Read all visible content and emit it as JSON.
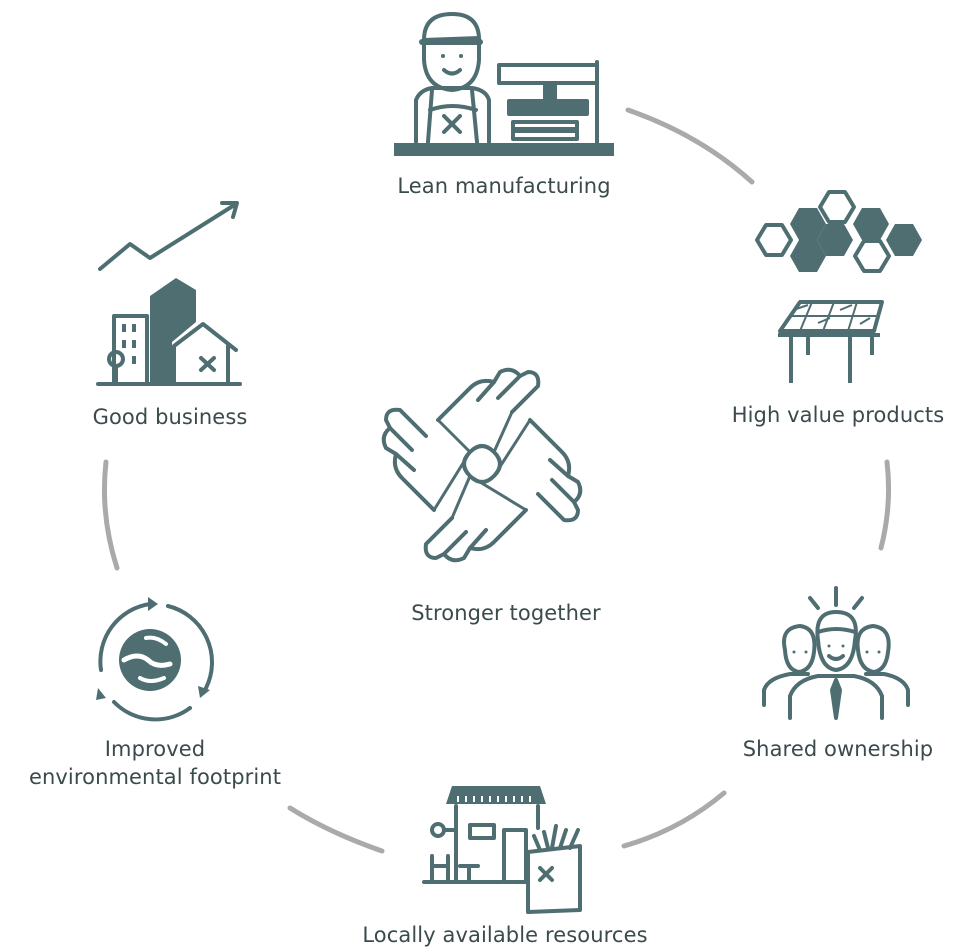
{
  "colors": {
    "icon": "#4f6e72",
    "connector": "#aaaaaa",
    "text": "#3b4a4c"
  },
  "center": {
    "label": "Stronger together",
    "icon": "joined-hands-icon"
  },
  "nodes": [
    {
      "id": "lean",
      "label": "Lean manufacturing",
      "icon": "worker-with-press-icon"
    },
    {
      "id": "hvp",
      "label": "High value products",
      "icon": "hexagon-cluster-and-table-icon"
    },
    {
      "id": "shared",
      "label": "Shared ownership",
      "icon": "group-of-people-icon"
    },
    {
      "id": "local",
      "label": "Locally available resources",
      "icon": "market-stall-with-bag-icon"
    },
    {
      "id": "env",
      "label": "Improved environmental footprint",
      "line1": "Improved",
      "line2": "environmental footprint",
      "icon": "recycling-globe-icon"
    },
    {
      "id": "good",
      "label": "Good business",
      "icon": "buildings-with-growth-arrow-icon"
    }
  ]
}
